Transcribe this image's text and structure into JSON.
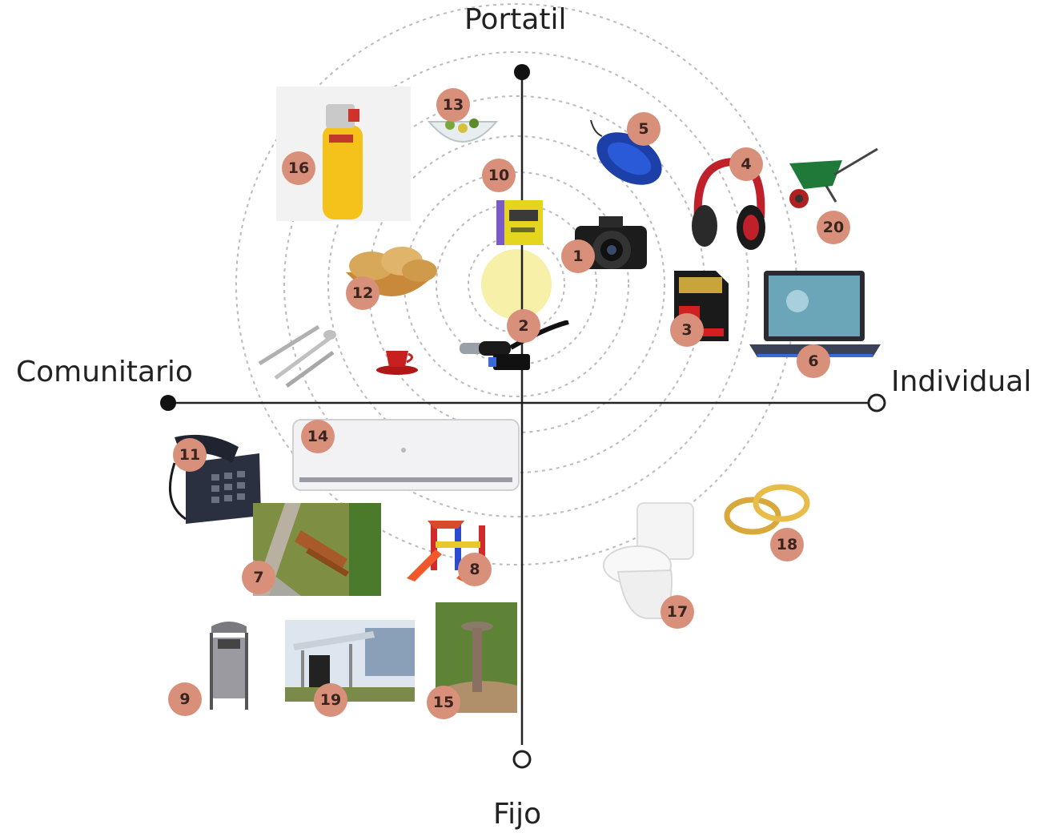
{
  "axes": {
    "top": "Portatil",
    "bottom": "Fijo",
    "left": "Comunitario",
    "right": "Individual"
  },
  "items": [
    {
      "number": "1",
      "icon": "camera-icon"
    },
    {
      "number": "2",
      "icon": "usb-cable-icon"
    },
    {
      "number": "3",
      "icon": "sd-card-icon"
    },
    {
      "number": "4",
      "icon": "headphones-icon"
    },
    {
      "number": "5",
      "icon": "computer-mouse-icon"
    },
    {
      "number": "6",
      "icon": "laptop-icon"
    },
    {
      "number": "7",
      "icon": "park-bench-icon"
    },
    {
      "number": "8",
      "icon": "playground-icon"
    },
    {
      "number": "9",
      "icon": "trash-bin-icon"
    },
    {
      "number": "10",
      "icon": "dictionary-book-icon"
    },
    {
      "number": "11",
      "icon": "desk-telephone-icon"
    },
    {
      "number": "12",
      "icon": "bread-basket-icon"
    },
    {
      "number": "13",
      "icon": "salad-bowl-icon"
    },
    {
      "number": "14",
      "icon": "air-conditioner-icon"
    },
    {
      "number": "15",
      "icon": "bollard-lamp-icon"
    },
    {
      "number": "16",
      "icon": "lighter-icon"
    },
    {
      "number": "17",
      "icon": "toilet-icon"
    },
    {
      "number": "18",
      "icon": "wedding-rings-icon"
    },
    {
      "number": "19",
      "icon": "bus-stop-icon"
    },
    {
      "number": "20",
      "icon": "wheelbarrow-icon"
    }
  ],
  "extra_icons": [
    "cutlery-icon",
    "coffee-cup-icon"
  ],
  "colors": {
    "badge": "#d9907a",
    "axis": "#222222",
    "rings": "#bbbbbb",
    "center": "#f6f0a8"
  }
}
